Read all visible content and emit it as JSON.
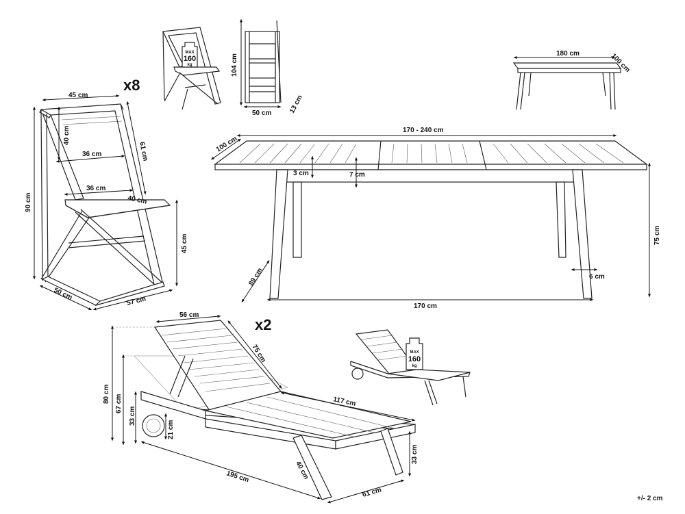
{
  "chair": {
    "quantity": "x8",
    "back_width": "45 cm",
    "back_height": "40 cm",
    "back_inner_width": "36 cm",
    "back_side": "61 cm",
    "seat_width": "36 cm",
    "seat_depth": "40 cm",
    "total_height": "90 cm",
    "seat_height": "45 cm",
    "base_width": "50 cm",
    "base_depth": "57 cm"
  },
  "chair_folded": {
    "max_label": "MAX",
    "max_value": "160",
    "max_unit": "kg",
    "height": "104 cm",
    "width": "50 cm",
    "depth": "13 cm"
  },
  "table_small": {
    "length": "180 cm",
    "width": "100 cm"
  },
  "table": {
    "extended_length": "170 - 240 cm",
    "width": "100 cm",
    "top_thickness": "3 cm",
    "apron_height": "7 cm",
    "height": "75 cm",
    "leg_span": "89 cm",
    "leg_thickness": "6 cm",
    "base_length": "170 cm"
  },
  "lounger": {
    "quantity": "x2",
    "back_width": "56 cm",
    "back_length": "75 cm",
    "max_height": "80 cm",
    "mid_height": "67 cm",
    "seat_height": "33 cm",
    "wheel_diameter": "21 cm",
    "bed_length": "117 cm",
    "total_length": "195 cm",
    "leg_length": "40 cm",
    "width": "61 cm",
    "leg_height": "33 cm"
  },
  "lounger_small": {
    "max_label": "MAX",
    "max_value": "160",
    "max_unit": "kg"
  },
  "tolerance": "+/- 2 cm"
}
